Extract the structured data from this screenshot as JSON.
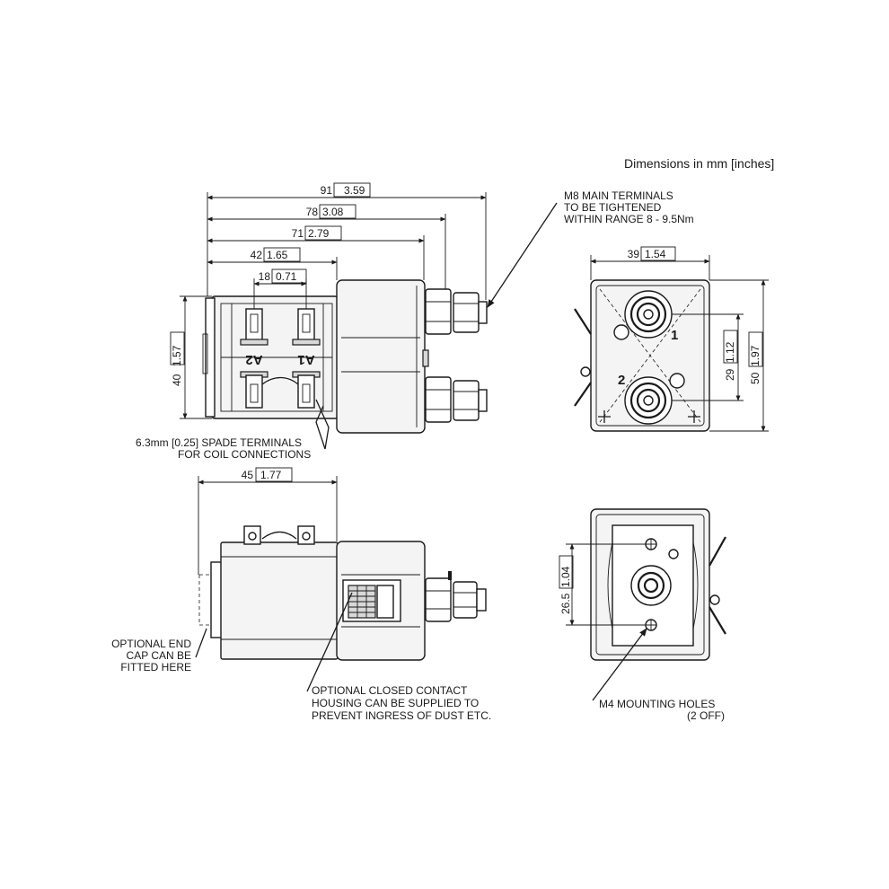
{
  "header": {
    "units_note": "Dimensions in mm [inches]"
  },
  "front_view": {
    "dims": {
      "overall_91": "91",
      "overall_91_in": "3.59",
      "d78": "78",
      "d78_in": "3.08",
      "d71": "71",
      "d71_in": "2.79",
      "d42": "42",
      "d42_in": "1.65",
      "d18": "18",
      "d18_in": "0.71",
      "h40": "40",
      "h40_in": "1.57"
    },
    "coil_labels": {
      "a1": "A1",
      "a2": "A2"
    },
    "notes": {
      "main_terminals": [
        "M8 MAIN TERMINALS",
        "TO BE TIGHTENED",
        "WITHIN RANGE 8 - 9.5Nm"
      ],
      "spade_terminals": [
        "6.3mm [0.25] SPADE  TERMINALS",
        "FOR COIL CONNECTIONS"
      ]
    }
  },
  "end_view": {
    "dims": {
      "w39": "39",
      "w39_in": "1.54",
      "h29": "29",
      "h29_in": "1.12",
      "h50": "50",
      "h50_in": "1.97"
    },
    "terminal_numbers": {
      "t1": "1",
      "t2": "2"
    }
  },
  "side_view": {
    "dims": {
      "d45": "45",
      "d45_in": "1.77"
    },
    "notes": {
      "end_cap": [
        "OPTIONAL END",
        "CAP CAN BE",
        "FITTED HERE"
      ],
      "contact_housing": [
        "OPTIONAL CLOSED CONTACT",
        "HOUSING CAN BE SUPPLIED TO",
        "PREVENT INGRESS OF DUST ETC."
      ]
    }
  },
  "rear_view": {
    "dims": {
      "h26_5": "26.5",
      "h26_5_in": "1.04"
    },
    "notes": {
      "mounting_holes": [
        "M4 MOUNTING HOLES",
        "(2 OFF)"
      ]
    }
  }
}
